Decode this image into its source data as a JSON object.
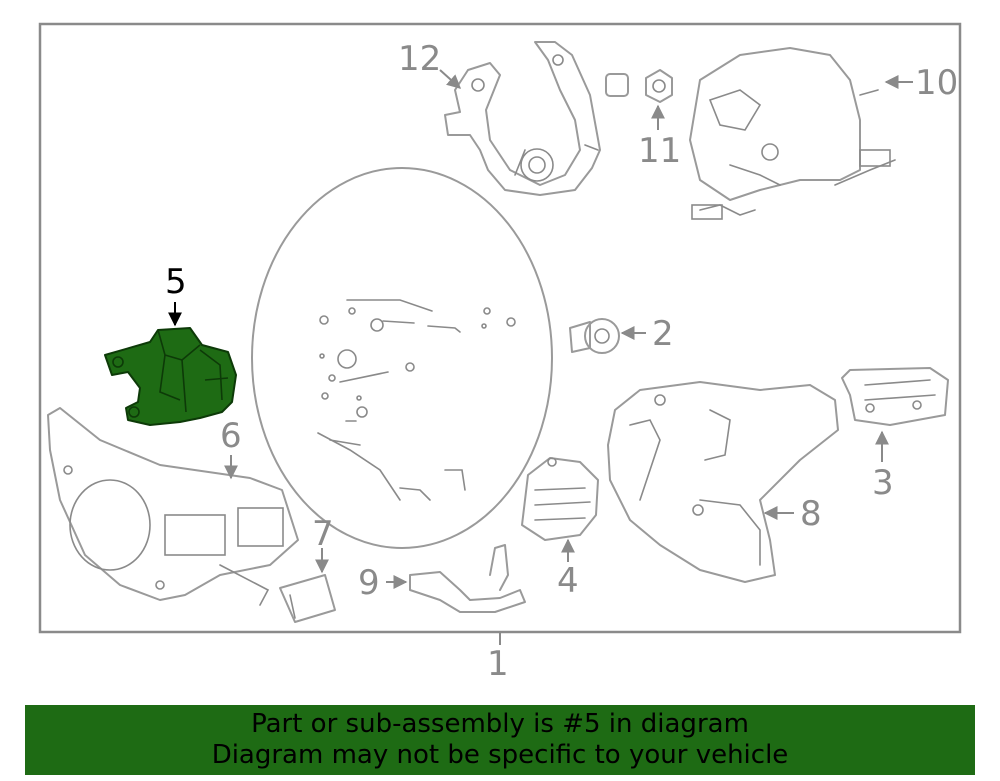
{
  "diagram": {
    "callouts": {
      "c1": "1",
      "c2": "2",
      "c3": "3",
      "c4": "4",
      "c5": "5",
      "c6": "6",
      "c7": "7",
      "c8": "8",
      "c9": "9",
      "c10": "10",
      "c11": "11",
      "c12": "12"
    },
    "highlighted_part": "5",
    "highlight_color": "#1e6b14",
    "frame_color": "#8a8a8a"
  },
  "banner": {
    "line1": "Part or sub-assembly is #5 in diagram",
    "line2": "Diagram may not be specific to your vehicle",
    "background": "#1e6b14"
  }
}
